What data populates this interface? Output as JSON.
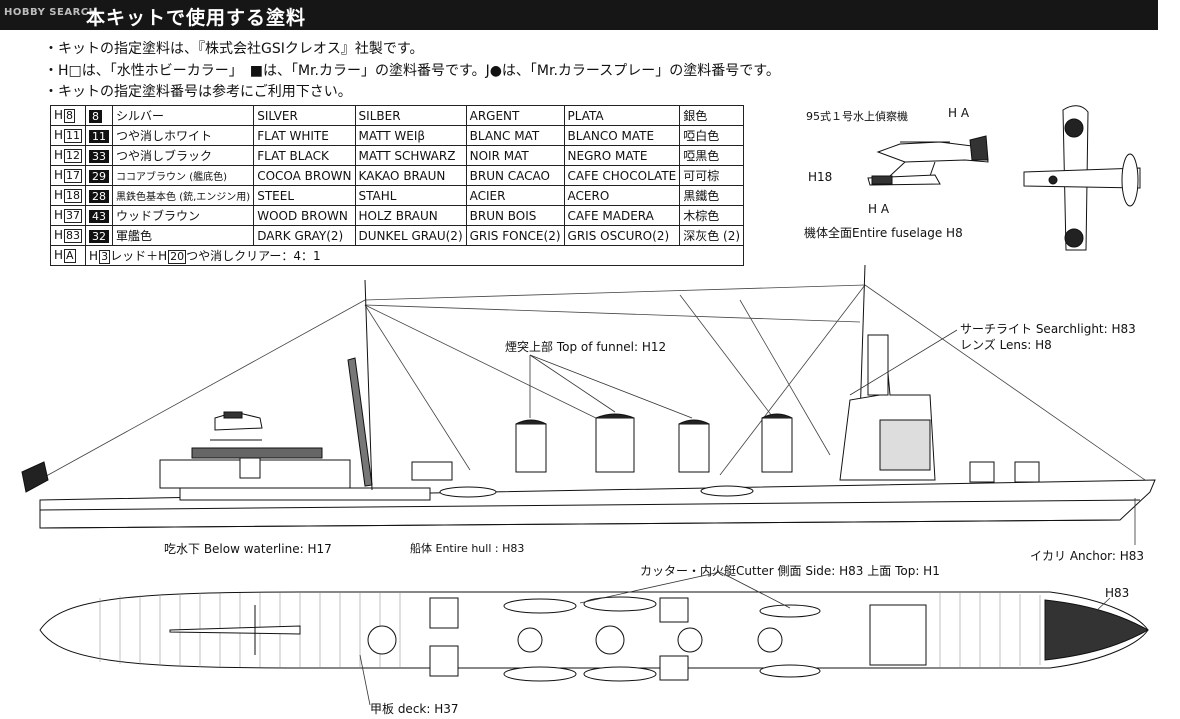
{
  "header": {
    "watermark": "HOBBY SEARCH",
    "title": "本キットで使用する塗料"
  },
  "notes": [
    "・キットの指定塗料は、『株式会社GSIクレオス』社製です。",
    "・H□は、「水性ホビーカラー」　■は、「Mr.カラー」の塗料番号です。J●は、「Mr.カラースプレー」の塗料番号です。",
    "・キットの指定塗料番号は参考にご利用下さい。"
  ],
  "table": {
    "rows": [
      {
        "h": "8",
        "mr": "8",
        "jp": "シルバー",
        "en": "SILVER",
        "de": "SILBER",
        "fr": "ARGENT",
        "es": "PLATA",
        "cn": "銀色"
      },
      {
        "h": "11",
        "mr": "11",
        "jp": "つや消しホワイト",
        "en": "FLAT WHITE",
        "de": "MATT WEIβ",
        "fr": "BLANC MAT",
        "es": "BLANCO MATE",
        "cn": "啞白色"
      },
      {
        "h": "12",
        "mr": "33",
        "jp": "つや消しブラック",
        "en": "FLAT BLACK",
        "de": "MATT SCHWARZ",
        "fr": "NOIR MAT",
        "es": "NEGRO MATE",
        "cn": "啞黒色"
      },
      {
        "h": "17",
        "mr": "29",
        "jp": "ココアブラウン (艦底色)",
        "en": "COCOA BROWN",
        "de": "KAKAO BRAUN",
        "fr": "BRUN CACAO",
        "es": "CAFE CHOCOLATE",
        "cn": "可可棕"
      },
      {
        "h": "18",
        "mr": "28",
        "jp": "黒鉄色基本色 (銃,エンジン用)",
        "en": "STEEL",
        "de": "STAHL",
        "fr": "ACIER",
        "es": "ACERO",
        "cn": "黒鐵色"
      },
      {
        "h": "37",
        "mr": "43",
        "jp": "ウッドブラウン",
        "en": "WOOD BROWN",
        "de": "HOLZ BRAUN",
        "fr": "BRUN BOIS",
        "es": "CAFE MADERA",
        "cn": "木棕色"
      },
      {
        "h": "83",
        "mr": "32",
        "jp": "軍艦色",
        "en": "DARK GRAY(2)",
        "de": "DUNKEL GRAU(2)",
        "fr": "GRIS FONCE(2)",
        "es": "GRIS OSCURO(2)",
        "cn": "深灰色 (2)"
      }
    ],
    "mix": {
      "h": "A",
      "text_pre": "H",
      "a": "3",
      "mid": "レッド＋H",
      "b": "20",
      "text_post": "つや消しクリアー：4：1"
    }
  },
  "plane": {
    "title": "95式１号水上偵察機",
    "code_top": "H A",
    "code_left": "H18",
    "code_bottom": "H A",
    "fuselage": "機体全面Entire fuselage H8"
  },
  "ship_labels": {
    "funnel": "煙突上部  Top of funnel: H12",
    "searchlight1": "サーチライト  Searchlight: H83",
    "searchlight2": "レンズ  Lens: H8",
    "waterline": "吃水下  Below waterline: H17",
    "hull": "船体 Entire hull : H83",
    "anchor": "イカリ  Anchor: H83",
    "cutter": "カッター・内火艇Cutter 側面 Side: H83  上面  Top: H1",
    "bow": "H83",
    "deck": "甲板 deck: H37"
  }
}
